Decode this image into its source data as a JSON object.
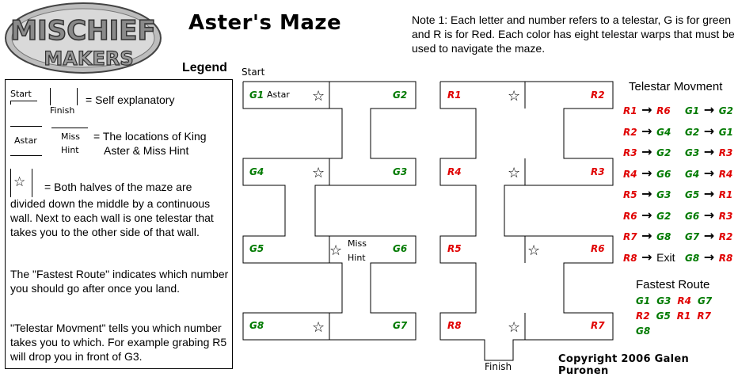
{
  "logo": {
    "line1": "MISCHIEF",
    "line2": "MAKERS"
  },
  "title": "Aster's Maze",
  "note": "Note 1: Each letter and number refers to a telestar, G is for green and R is for Red.  Each color has eight telestar warps that must be used to navigate the maze.",
  "legend": {
    "heading": "Legend",
    "start": "Start",
    "finish": "Finish",
    "self_explanatory": "= Self explanatory",
    "astar": "Astar",
    "miss": "Miss",
    "hint": "Hint",
    "locations_line1": "= The locations of King",
    "locations_line2": "Aster & Miss Hint",
    "star_line": "= Both halves of the maze are",
    "para1": "divided down the middle by a continuous wall.  Next to each wall is one telestar that takes you to the other side of that wall.",
    "para2": "The \"Fastest Route\" indicates which number you should go after once you land.",
    "para3": "\"Telestar Movment\" tells you which number takes you to which. For example grabing R5 will drop you in front of G3."
  },
  "maze": {
    "start": "Start",
    "finish": "Finish",
    "astar_label": "Astar",
    "miss_hint_1": "Miss",
    "miss_hint_2": "Hint",
    "green": [
      "G1",
      "G2",
      "G4",
      "G3",
      "G5",
      "G6",
      "G8",
      "G7"
    ],
    "red": [
      "R1",
      "R2",
      "R4",
      "R3",
      "R5",
      "R6",
      "R8",
      "R7"
    ]
  },
  "telestar_movement": {
    "title": "Telestar Movment",
    "rows": [
      [
        {
          "from": "R1",
          "to": "R6"
        },
        {
          "from": "G1",
          "to": "G2"
        }
      ],
      [
        {
          "from": "R2",
          "to": "G4"
        },
        {
          "from": "G2",
          "to": "G1"
        }
      ],
      [
        {
          "from": "R3",
          "to": "G2"
        },
        {
          "from": "G3",
          "to": "R3"
        }
      ],
      [
        {
          "from": "R4",
          "to": "G6"
        },
        {
          "from": "G4",
          "to": "R4"
        }
      ],
      [
        {
          "from": "R5",
          "to": "G3"
        },
        {
          "from": "G5",
          "to": "R1"
        }
      ],
      [
        {
          "from": "R6",
          "to": "G2"
        },
        {
          "from": "G6",
          "to": "R3"
        }
      ],
      [
        {
          "from": "R7",
          "to": "G8"
        },
        {
          "from": "G7",
          "to": "R2"
        }
      ],
      [
        {
          "from": "R8",
          "to": "Exit"
        },
        {
          "from": "G8",
          "to": "R8"
        }
      ]
    ]
  },
  "fastest_route": {
    "title": "Fastest Route",
    "line1": [
      "G1",
      "G3",
      "R4",
      "G7"
    ],
    "line2": [
      "R2",
      "G5",
      "R1",
      "R7"
    ],
    "line3": [
      "G8"
    ]
  },
  "copyright": "Copyright 2006 Galen Puronen",
  "colors": {
    "green": "#007a00",
    "red": "#e00000"
  }
}
